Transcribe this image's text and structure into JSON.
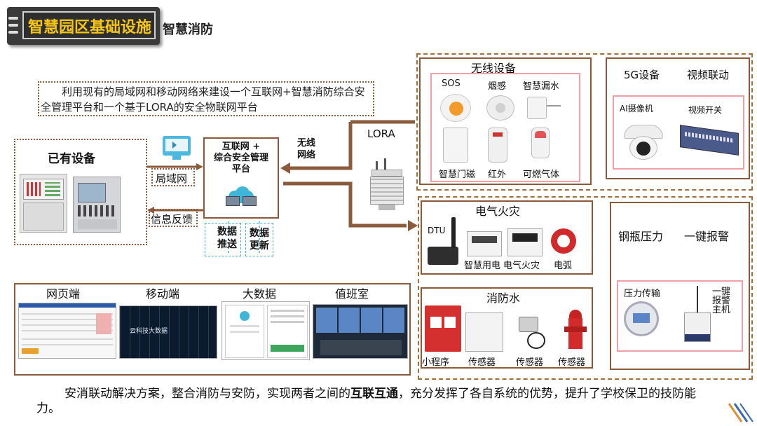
{
  "header": {
    "title": "智慧园区基础设施",
    "subtitle": "智慧消防"
  },
  "intro_text": "利用现有的局域网和移动网络来建设一个互联网+智慧消防综合安全管理平台和一个基于LORA的安全物联网平台",
  "existing": {
    "title": "已有设备"
  },
  "links": {
    "lan": "局域网",
    "feedback": "信息反馈",
    "wireless": "无线\n网络",
    "push": "数据\n推送",
    "update": "数据\n更新",
    "lora": "LORA"
  },
  "platform": {
    "title": "互联网 +\n综合安全管理\n平台"
  },
  "wireless_devices": {
    "title": "无线设备",
    "items": [
      "SOS",
      "烟感",
      "智慧漏水",
      "智慧门磁",
      "红外",
      "可燃气体"
    ]
  },
  "fiveg": {
    "title1": "5G设备",
    "title2": "视频联动",
    "ai_camera": "AI摄像机",
    "video_switch": "视频开关"
  },
  "electrical": {
    "title": "电气火灾",
    "dtu": "DTU",
    "items": [
      "智慧用电",
      "电气火灾",
      "电弧"
    ]
  },
  "fire_water": {
    "title": "消防水",
    "items": [
      "小程序",
      "传感器",
      "传感器",
      "传感器"
    ]
  },
  "cylinder": {
    "title1": "钢瓶压力",
    "title2": "一键报警",
    "pressure_sensor": "压力传输",
    "alarm_host": "一键\n报警\n主机"
  },
  "terminals": {
    "items": [
      "网页端",
      "移动端",
      "大数据",
      "值班室"
    ],
    "screen_caption": "云科技大数据"
  },
  "footer": {
    "text_a": "安消联动解决方案，整合消防与安防，实现两者之间的",
    "text_bold": "互联互通",
    "text_b": "，充分发挥了各自系统的优势，提升了学校保卫的技防能力。"
  },
  "colors": {
    "brown": "#8a5a3a",
    "pink": "#f0a0a8",
    "header_bg": "#3c3c3c",
    "header_text": "#f5c518",
    "cyan": "#3fb5d8"
  }
}
